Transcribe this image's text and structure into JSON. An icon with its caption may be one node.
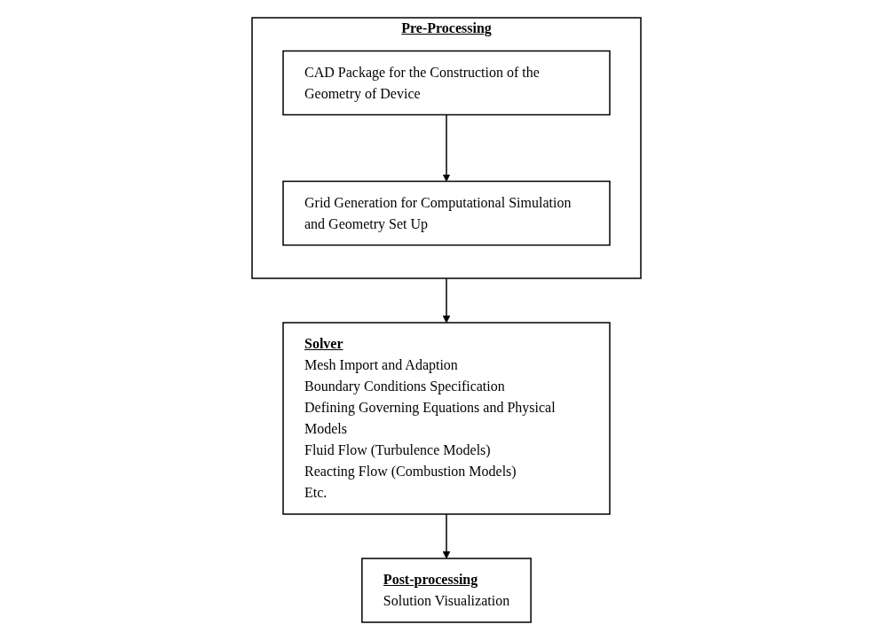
{
  "diagram": {
    "nodes": [
      {
        "text": [
          "Pre-Processing"
        ]
      },
      {
        "text": [
          "CAD Package for the Construction of the Geometry of Device"
        ],
        "in": 0
      },
      {
        "text": [
          "Grid Generation for Computational Simulation and Geometry Set Up"
        ],
        "in": 0
      },
      {
        "text": [
          "Solver",
          "Mesh Import and Adaption",
          "Boundary Conditions Specification",
          "Defining Governing Equations and Physical Models",
          "Fluid Flow (Turbulence Models)",
          "Reacting Flow (Combustion Models)",
          "Etc."
        ]
      },
      {
        "text": [
          "Post-processing",
          "Solution Visualization"
        ]
      }
    ],
    "edges": [
      {
        "from": 1,
        "to": 2,
        "arrow": "to"
      },
      {
        "from": 0,
        "to": 3,
        "arrow": "to"
      },
      {
        "from": 3,
        "to": 4,
        "arrow": "to"
      }
    ]
  }
}
